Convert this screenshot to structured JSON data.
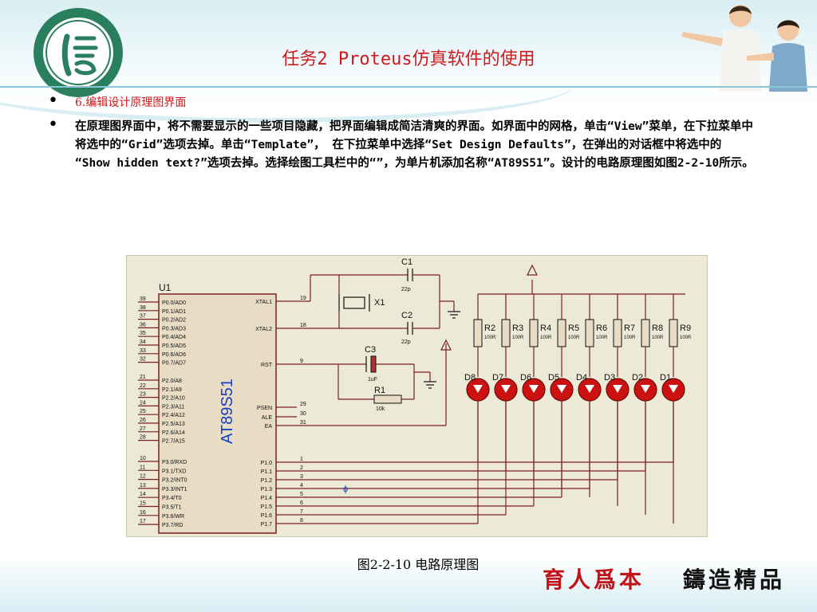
{
  "slide": {
    "title": "任务2  Proteus仿真软件的使用",
    "bullets": [
      "6.编辑设计原理图界面",
      "在原理图界面中，将不需要显示的一些项目隐藏，把界面编辑成简洁清爽的界面。如界面中的网格，单击“View”菜单，在下拉菜单中将选中的“Grid”选项去掉。单击“Template”， 在下拉菜单中选择“Set Design Defaults”，在弹出的对话框中将选中的 “Show hidden text?”选项去掉。选择绘图工具栏中的“”，为单片机添加名称“AT89S51”。设计的电路原理图如图2-2-10所示。"
    ],
    "caption": "图2-2-10 电路原理图",
    "slogan_left": "育人爲本",
    "slogan_right": "鑄造精品"
  },
  "schematic": {
    "chip_ref": "U1",
    "chip_name": "AT89S51",
    "left_pins": [
      {
        "num": "39",
        "label": "P0.0/AD0"
      },
      {
        "num": "38",
        "label": "P0.1/AD1"
      },
      {
        "num": "37",
        "label": "P0.2/AD2"
      },
      {
        "num": "36",
        "label": "P0.3/AD3"
      },
      {
        "num": "35",
        "label": "P0.4/AD4"
      },
      {
        "num": "34",
        "label": "P0.5/AD5"
      },
      {
        "num": "33",
        "label": "P0.6/AD6"
      },
      {
        "num": "32",
        "label": "P0.7/AD7"
      },
      {
        "num": "21",
        "label": "P2.0/A8"
      },
      {
        "num": "22",
        "label": "P2.1/A9"
      },
      {
        "num": "23",
        "label": "P2.2/A10"
      },
      {
        "num": "24",
        "label": "P2.3/A11"
      },
      {
        "num": "25",
        "label": "P2.4/A12"
      },
      {
        "num": "26",
        "label": "P2.5/A13"
      },
      {
        "num": "27",
        "label": "P2.6/A14"
      },
      {
        "num": "28",
        "label": "P2.7/A15"
      },
      {
        "num": "10",
        "label": "P3.0/RXD"
      },
      {
        "num": "11",
        "label": "P3.1/TXD"
      },
      {
        "num": "12",
        "label": "P3.2/INT0"
      },
      {
        "num": "13",
        "label": "P3.3/INT1"
      },
      {
        "num": "14",
        "label": "P3.4/T0"
      },
      {
        "num": "15",
        "label": "P3.5/T1"
      },
      {
        "num": "16",
        "label": "P3.6/WR"
      },
      {
        "num": "17",
        "label": "P3.7/RD"
      }
    ],
    "right_pins": [
      {
        "num": "19",
        "label": "XTAL1"
      },
      {
        "num": "18",
        "label": "XTAL2"
      },
      {
        "num": "9",
        "label": "RST"
      },
      {
        "num": "29",
        "label": "PSEN"
      },
      {
        "num": "30",
        "label": "ALE"
      },
      {
        "num": "31",
        "label": "EA"
      },
      {
        "num": "1",
        "label": "P1.0"
      },
      {
        "num": "2",
        "label": "P1.1"
      },
      {
        "num": "3",
        "label": "P1.2"
      },
      {
        "num": "4",
        "label": "P1.3"
      },
      {
        "num": "5",
        "label": "P1.4"
      },
      {
        "num": "6",
        "label": "P1.5"
      },
      {
        "num": "7",
        "label": "P1.6"
      },
      {
        "num": "8",
        "label": "P1.7"
      }
    ],
    "parts": {
      "c1": "C1",
      "c1_val": "22p",
      "c2": "C2",
      "c2_val": "22p",
      "x1": "X1",
      "c3": "C3",
      "c3_val": "1uF",
      "r1": "R1",
      "r1_val": "10k"
    },
    "resistors": [
      {
        "ref": "R2",
        "val": "100R"
      },
      {
        "ref": "R3",
        "val": "100R"
      },
      {
        "ref": "R4",
        "val": "100R"
      },
      {
        "ref": "R5",
        "val": "100R"
      },
      {
        "ref": "R6",
        "val": "100R"
      },
      {
        "ref": "R7",
        "val": "100R"
      },
      {
        "ref": "R8",
        "val": "100R"
      },
      {
        "ref": "R9",
        "val": "100R"
      }
    ],
    "leds": [
      "D8",
      "D7",
      "D6",
      "D5",
      "D4",
      "D3",
      "D2",
      "D1"
    ],
    "wire_color": "#7a2020",
    "led_color": "#cc1111"
  }
}
